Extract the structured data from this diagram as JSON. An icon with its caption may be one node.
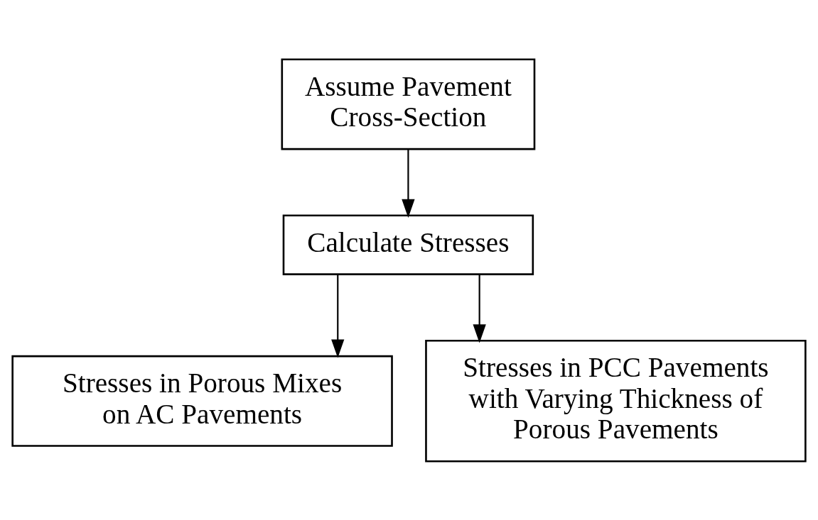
{
  "diagram": {
    "nodes": [
      {
        "text": [
          "Assume Pavement Cross-Section"
        ]
      },
      {
        "text": [
          "Calculate Stresses"
        ]
      },
      {
        "text": [
          "Stresses in Porous Mixes on AC Pavements"
        ]
      },
      {
        "text": [
          "Stresses in PCC Pavements with Varying Thickness of Porous Pavements"
        ]
      }
    ],
    "edges": [
      {
        "from": 0,
        "to": 1,
        "arrow": "to"
      },
      {
        "from": 1,
        "to": 2,
        "arrow": "to"
      },
      {
        "from": 1,
        "to": 3,
        "arrow": "to"
      }
    ]
  }
}
